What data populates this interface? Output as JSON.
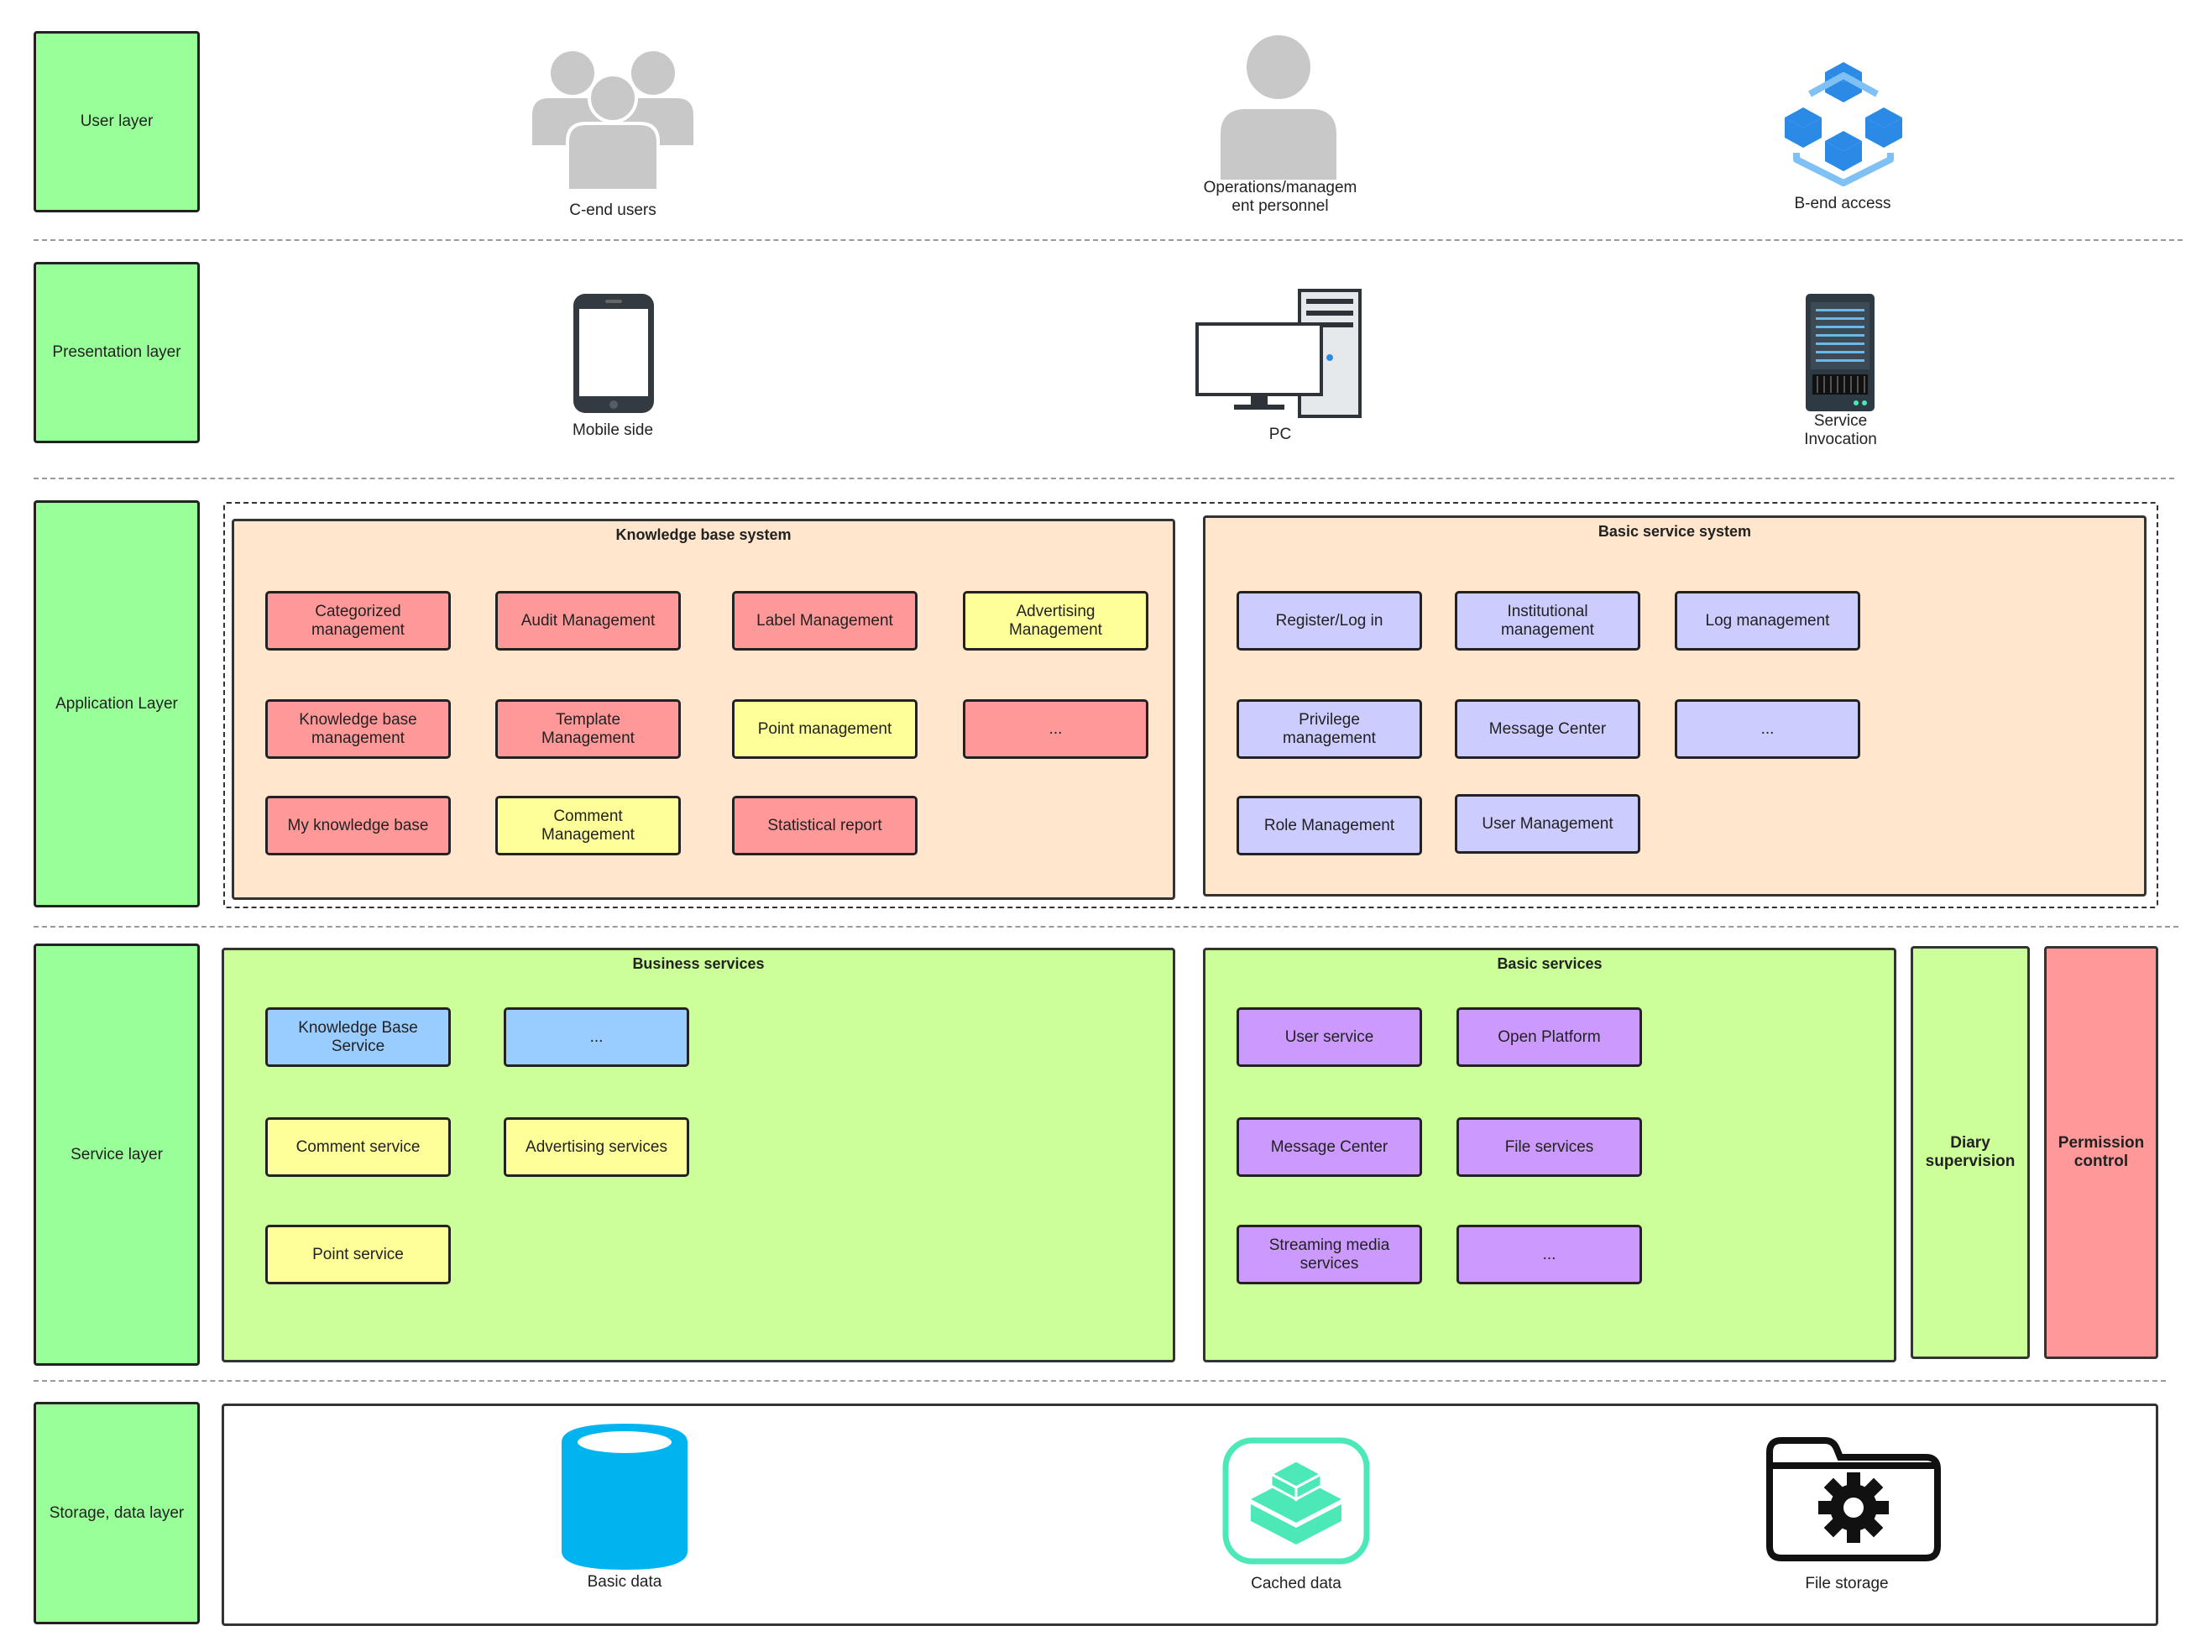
{
  "layers": {
    "user": "User layer",
    "presentation": "Presentation layer",
    "application": "Application Layer",
    "service": "Service layer",
    "storage": "Storage, data layer"
  },
  "user_layer": {
    "c_end": "C-end users",
    "ops_line1": "Operations/managem",
    "ops_line2": "ent personnel",
    "b_end": "B-end access",
    "icons": {
      "c_end": "users-group-icon",
      "ops": "person-icon",
      "b_end": "cubes-icon"
    }
  },
  "presentation_layer": {
    "mobile": "Mobile side",
    "pc": "PC",
    "service_line1": "Service",
    "service_line2": "Invocation",
    "icons": {
      "mobile": "mobile-phone-icon",
      "pc": "desktop-computer-icon",
      "service": "server-rack-icon"
    }
  },
  "application_layer": {
    "knowledge_system": {
      "title": "Knowledge base system",
      "modules": [
        {
          "l1": "Categorized",
          "l2": "management",
          "color": "red"
        },
        {
          "l1": "Audit Management",
          "l2": "",
          "color": "red"
        },
        {
          "l1": "Label Management",
          "l2": "",
          "color": "red"
        },
        {
          "l1": "Advertising",
          "l2": "Management",
          "color": "yellow"
        },
        {
          "l1": "Knowledge base",
          "l2": "management",
          "color": "red"
        },
        {
          "l1": "Template",
          "l2": "Management",
          "color": "red"
        },
        {
          "l1": "Point management",
          "l2": "",
          "color": "yellow"
        },
        {
          "l1": "...",
          "l2": "",
          "color": "red"
        },
        {
          "l1": "My knowledge base",
          "l2": "",
          "color": "red"
        },
        {
          "l1": "Comment",
          "l2": "Management",
          "color": "yellow"
        },
        {
          "l1": "Statistical report",
          "l2": "",
          "color": "red"
        }
      ]
    },
    "basic_system": {
      "title": "Basic service system",
      "modules": [
        {
          "l1": "Register/Log in",
          "l2": ""
        },
        {
          "l1": "Institutional",
          "l2": "management"
        },
        {
          "l1": "Log management",
          "l2": ""
        },
        {
          "l1": "Privilege",
          "l2": "management"
        },
        {
          "l1": "Message Center",
          "l2": ""
        },
        {
          "l1": "...",
          "l2": ""
        },
        {
          "l1": "Role Management",
          "l2": ""
        },
        {
          "l1": "User Management",
          "l2": ""
        }
      ]
    }
  },
  "service_layer": {
    "business": {
      "title": "Business services",
      "modules": [
        {
          "l1": "Knowledge Base",
          "l2": "Service",
          "color": "blue"
        },
        {
          "l1": "...",
          "l2": "",
          "color": "blue"
        },
        {
          "l1": "Comment service",
          "l2": "",
          "color": "yellow"
        },
        {
          "l1": "Advertising services",
          "l2": "",
          "color": "yellow"
        },
        {
          "l1": "Point service",
          "l2": "",
          "color": "yellow"
        }
      ]
    },
    "basic": {
      "title": "Basic services",
      "modules": [
        {
          "l1": "User service",
          "l2": ""
        },
        {
          "l1": "Open Platform",
          "l2": ""
        },
        {
          "l1": "Message Center",
          "l2": ""
        },
        {
          "l1": "File services",
          "l2": ""
        },
        {
          "l1": "Streaming media",
          "l2": "services"
        },
        {
          "l1": "...",
          "l2": ""
        }
      ]
    },
    "diary": {
      "l1": "Diary",
      "l2": "supervision"
    },
    "permission": {
      "l1": "Permission",
      "l2": "control"
    }
  },
  "storage_layer": {
    "basic_data": "Basic data",
    "cached_data": "Cached data",
    "file_storage": "File storage",
    "icons": {
      "basic_data": "database-cylinder-icon",
      "cached_data": "cache-layers-icon",
      "file_storage": "folder-gear-icon"
    }
  },
  "colors": {
    "layer": "#99ff99",
    "app_group": "#ffe6cc",
    "service_group": "#ccff99",
    "red": "#ff9999",
    "yellow": "#ffff99",
    "lavender": "#ccccff",
    "blue": "#99ccff",
    "purple": "#cc99ff",
    "permission": "#ff9999",
    "database": "#00b4f0",
    "cache": "#4de8b8",
    "b_end_icon": "#2b8ae6"
  }
}
